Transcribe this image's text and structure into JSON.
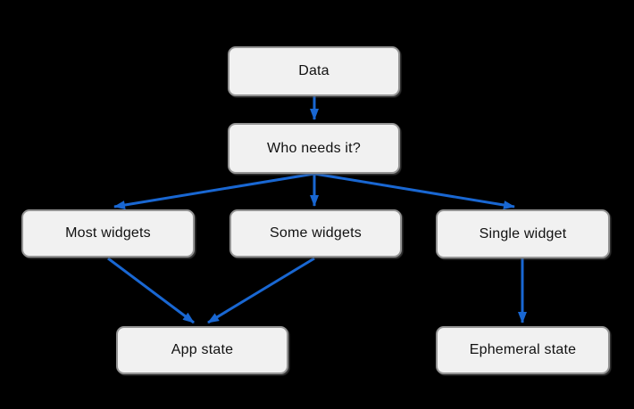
{
  "diagram": {
    "type": "flowchart",
    "background_color": "#000000",
    "node_fill_color": "#f1f1f1",
    "node_border_color": "#949494",
    "node_text_color": "#111111",
    "arrow_color": "#1967d2",
    "nodes": [
      {
        "id": "data",
        "label": "Data"
      },
      {
        "id": "who-needs-it",
        "label": "Who needs it?"
      },
      {
        "id": "most-widgets",
        "label": "Most widgets"
      },
      {
        "id": "some-widgets",
        "label": "Some widgets"
      },
      {
        "id": "single-widget",
        "label": "Single widget"
      },
      {
        "id": "app-state",
        "label": "App state"
      },
      {
        "id": "ephemeral-state",
        "label": "Ephemeral state"
      }
    ],
    "edges": [
      {
        "from": "Data",
        "to": "Who needs it?"
      },
      {
        "from": "Who needs it?",
        "to": "Most widgets"
      },
      {
        "from": "Who needs it?",
        "to": "Some widgets"
      },
      {
        "from": "Who needs it?",
        "to": "Single widget"
      },
      {
        "from": "Most widgets",
        "to": "App state"
      },
      {
        "from": "Some widgets",
        "to": "App state"
      },
      {
        "from": "Single widget",
        "to": "Ephemeral state"
      }
    ]
  }
}
